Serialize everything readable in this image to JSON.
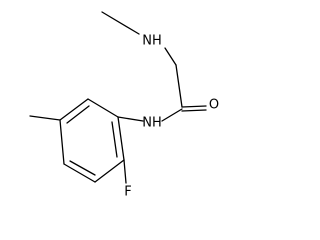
{
  "molecule": {
    "atoms": {
      "nh_amine": "NH",
      "nh_amide": "NH",
      "oxygen": "O",
      "fluorine": "F"
    },
    "bond_color": "#000000",
    "background": "#ffffff"
  }
}
